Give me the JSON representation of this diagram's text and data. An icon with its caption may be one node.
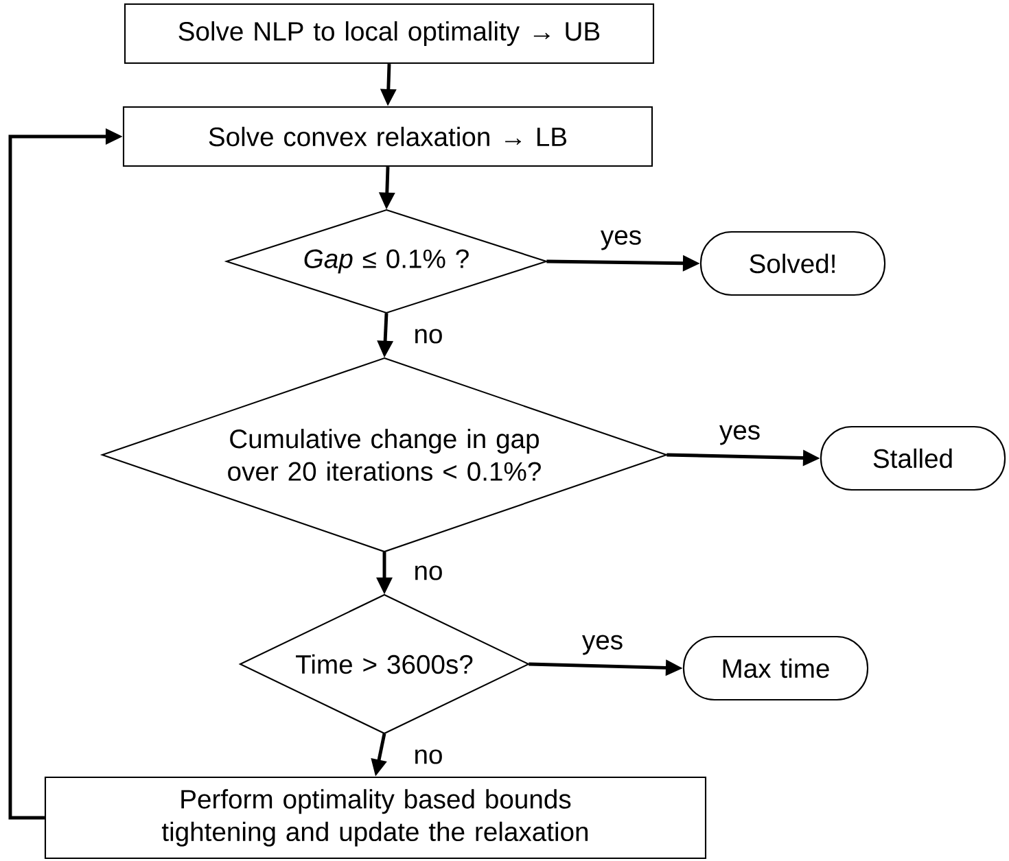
{
  "diagram": {
    "nodes": [
      {
        "text": [
          "Solve NLP to local optimality → UB"
        ]
      },
      {
        "text": [
          "Solve convex relaxation → LB"
        ]
      },
      {
        "text": [
          "*Gap*  ≤ 0.1% ?"
        ]
      },
      {
        "text": [
          "Solved!"
        ]
      },
      {
        "text": [
          "Cumulative change in gap over 20 iterations < 0.1%?"
        ]
      },
      {
        "text": [
          "Stalled"
        ]
      },
      {
        "text": [
          "Time > 3600s?"
        ]
      },
      {
        "text": [
          "Max time"
        ]
      },
      {
        "text": [
          "Perform optimality based bounds tightening and update the relaxation"
        ]
      }
    ],
    "edges": [
      {
        "from": 0,
        "to": 1,
        "arrow": "to"
      },
      {
        "from": 1,
        "to": 2,
        "arrow": "to"
      },
      {
        "from": 2,
        "to": 3,
        "arrow": "to",
        "label": "yes"
      },
      {
        "from": 2,
        "to": 4,
        "arrow": "to",
        "label": "no"
      },
      {
        "from": 4,
        "to": 5,
        "arrow": "to",
        "label": "yes"
      },
      {
        "from": 4,
        "to": 6,
        "arrow": "to",
        "label": "no"
      },
      {
        "from": 6,
        "to": 7,
        "arrow": "to",
        "label": "yes"
      },
      {
        "from": 6,
        "to": 8,
        "arrow": "to",
        "label": "no"
      },
      {
        "from": 8,
        "to": 1,
        "arrow": "to"
      }
    ]
  }
}
